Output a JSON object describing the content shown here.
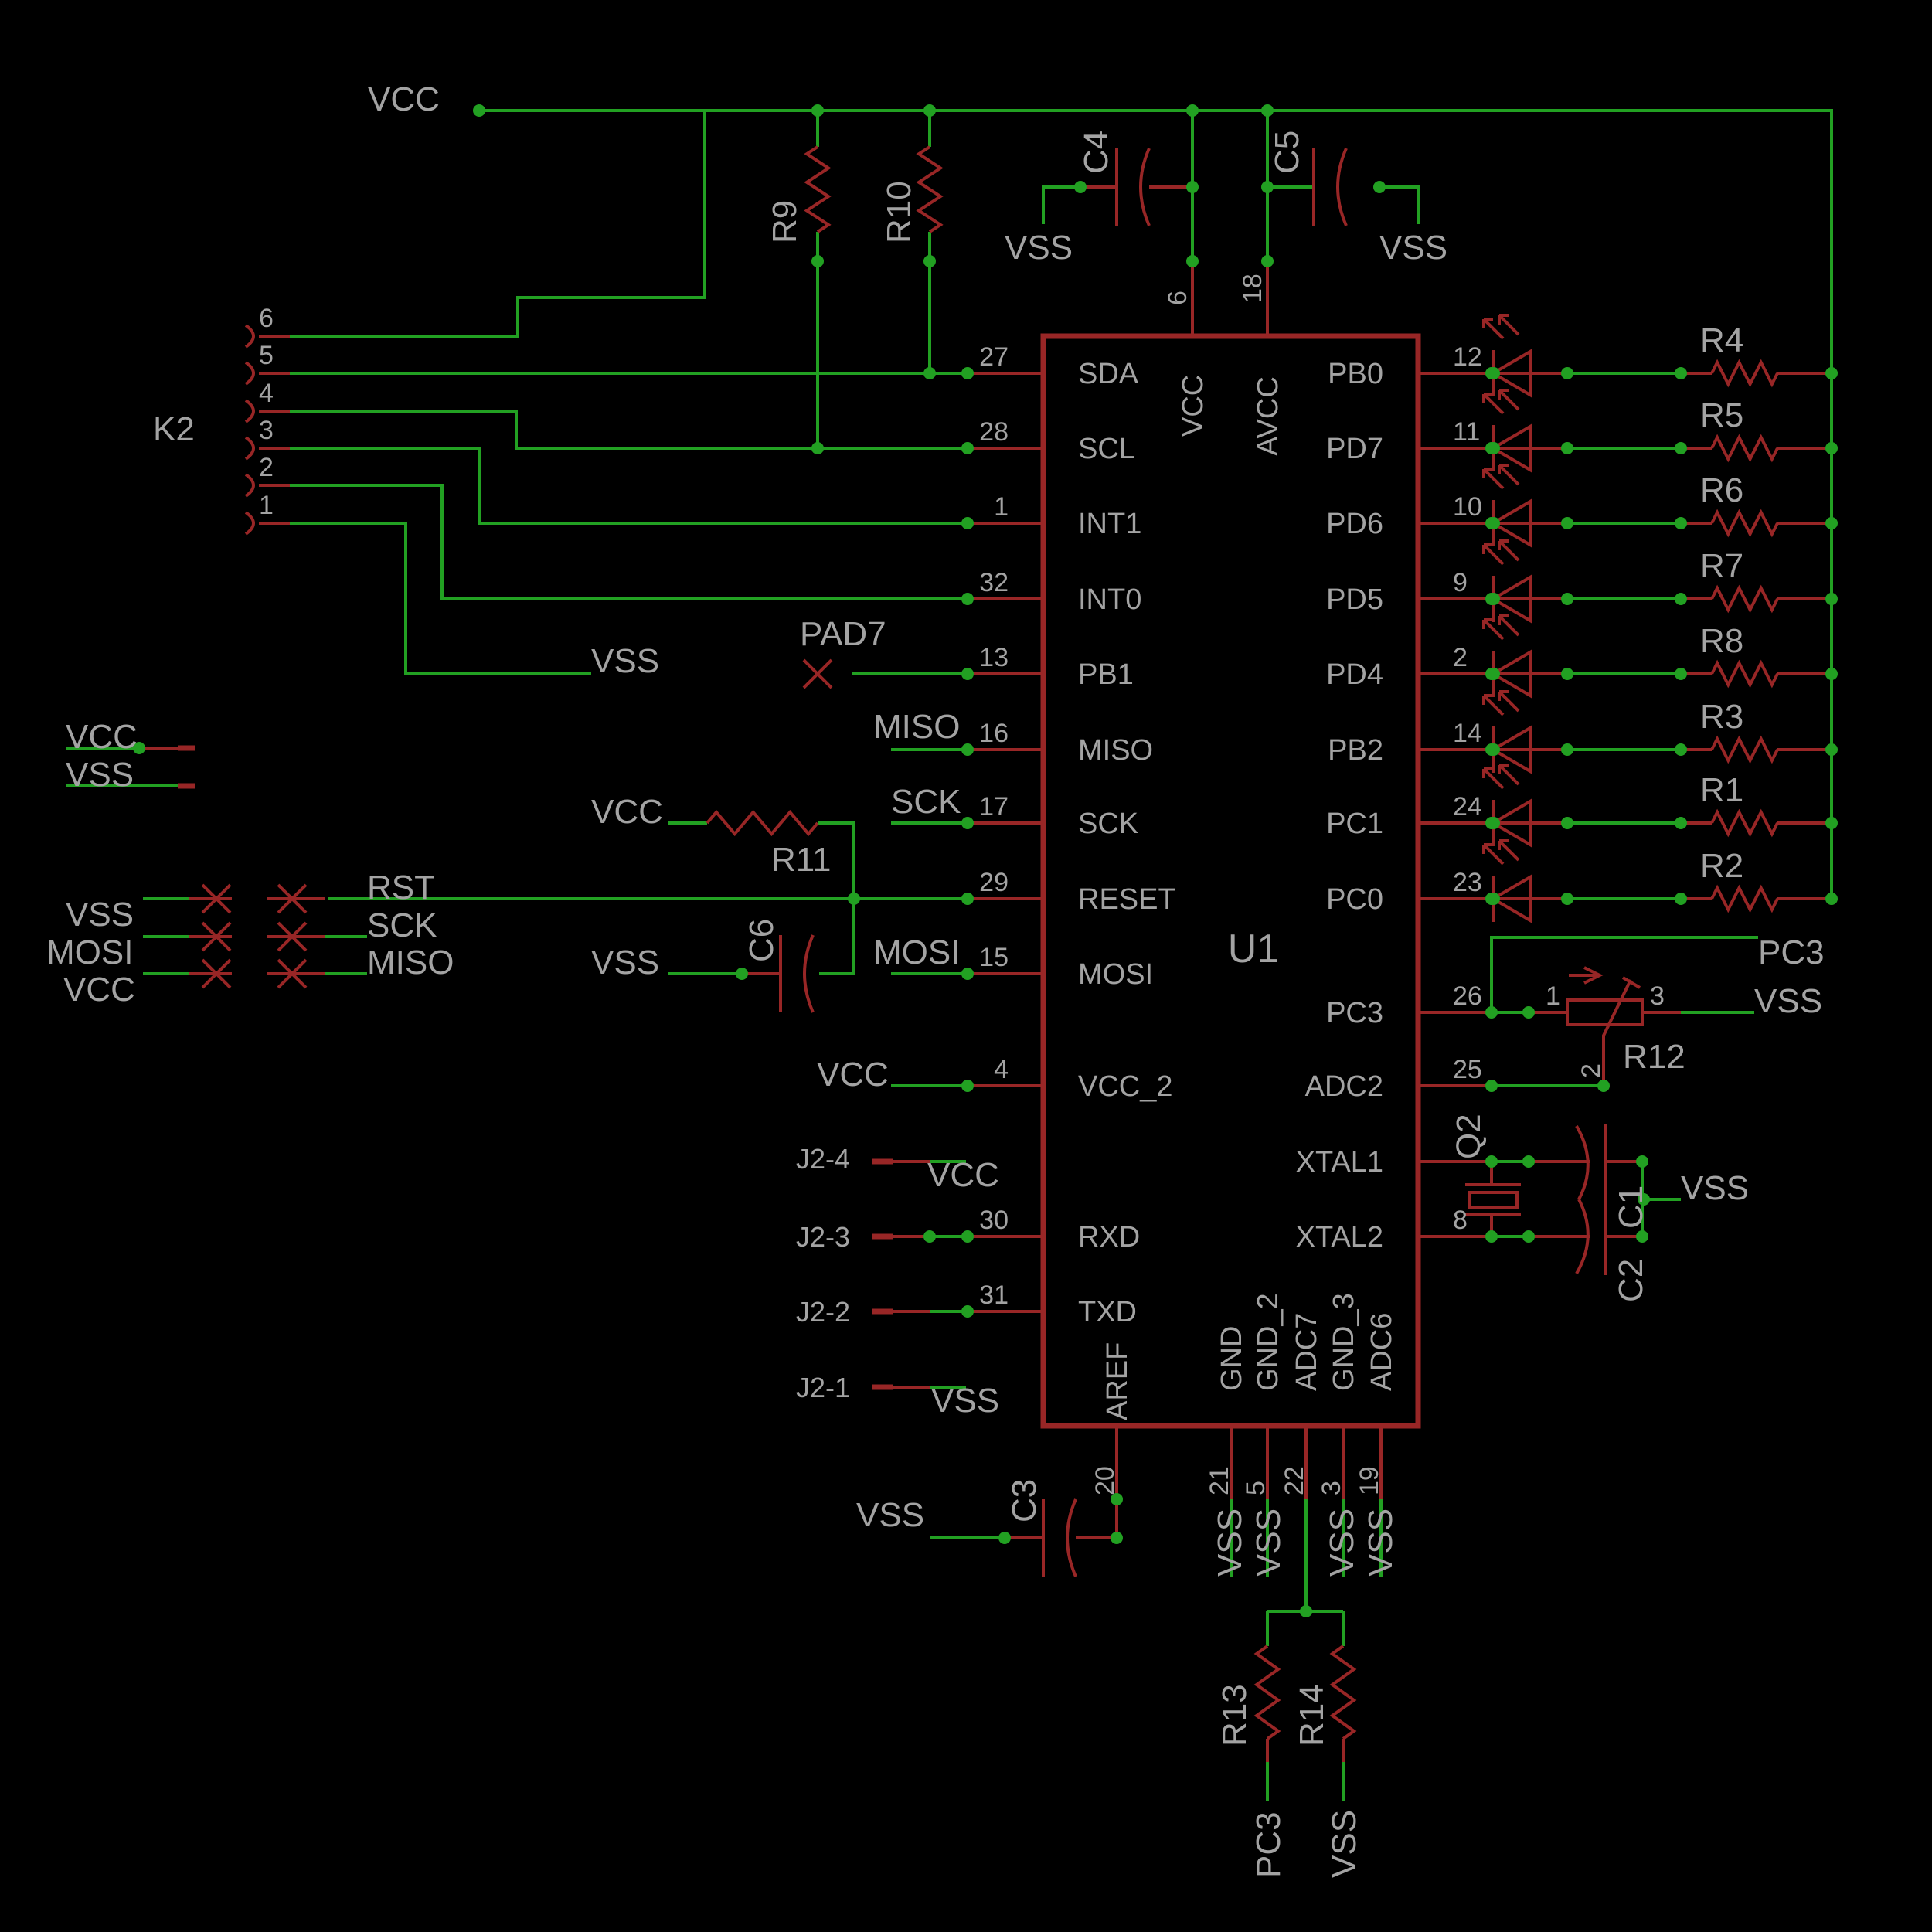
{
  "colors": {
    "wire": "#22a022",
    "symbol": "#982626",
    "text": "#a3a3a3",
    "background": "#000000"
  },
  "nets": {
    "vcc_top": "VCC",
    "vss_c4": "VSS",
    "vss_c5": "VSS",
    "vss_k2": "VSS",
    "vcc_left": "VCC",
    "vss_left": "VSS",
    "vcc_r11": "VCC",
    "sck": "SCK",
    "miso": "MISO",
    "rst_isp": "RST",
    "sck_isp": "SCK",
    "miso_isp": "MISO",
    "vss_isp": "VSS",
    "mosi_isp": "MOSI",
    "vcc_isp": "VCC",
    "vss_c6": "VSS",
    "mosi": "MOSI",
    "vcc_2": "VCC",
    "vcc_j2": "VCC",
    "vss_j2": "VSS",
    "vss_c3": "VSS",
    "pc3_r": "PC3",
    "vss_r12": "VSS",
    "vss_c1": "VSS",
    "vss_b1": "VSS",
    "vss_b2": "VSS",
    "vss_b3": "VSS",
    "vss_b4": "VSS",
    "pc3_b": "PC3",
    "vss_b": "VSS"
  },
  "parts": {
    "c4": "C4",
    "c5": "C5",
    "r9": "R9",
    "r10": "R10",
    "k2": "K2",
    "r11": "R11",
    "c6": "C6",
    "u1": "U1",
    "pad7": "PAD7",
    "r4": "R4",
    "r5": "R5",
    "r6": "R6",
    "r7": "R7",
    "r8": "R8",
    "r3": "R3",
    "r1": "R1",
    "r2": "R2",
    "r12": "R12",
    "q2": "Q2",
    "c1": "C1",
    "c2": "C2",
    "c3": "C3",
    "r13": "R13",
    "r14": "R14",
    "j2_4": "J2-4",
    "j2_3": "J2-3",
    "j2_2": "J2-2",
    "j2_1": "J2-1"
  },
  "u1_pins_left": [
    {
      "name": "SDA",
      "num": "27"
    },
    {
      "name": "SCL",
      "num": "28"
    },
    {
      "name": "INT1",
      "num": "1"
    },
    {
      "name": "INT0",
      "num": "32"
    },
    {
      "name": "PB1",
      "num": "13"
    },
    {
      "name": "MISO",
      "num": "16"
    },
    {
      "name": "SCK",
      "num": "17"
    },
    {
      "name": "RESET",
      "num": "29"
    },
    {
      "name": "MOSI",
      "num": "15"
    },
    {
      "name": "VCC_2",
      "num": "4"
    },
    {
      "name": "RXD",
      "num": "30"
    },
    {
      "name": "TXD",
      "num": "31"
    }
  ],
  "u1_pins_right": [
    {
      "name": "PB0",
      "num": "12"
    },
    {
      "name": "PD7",
      "num": "11"
    },
    {
      "name": "PD6",
      "num": "10"
    },
    {
      "name": "PD5",
      "num": "9"
    },
    {
      "name": "PD4",
      "num": "2"
    },
    {
      "name": "PB2",
      "num": "14"
    },
    {
      "name": "PC1",
      "num": "24"
    },
    {
      "name": "PC0",
      "num": "23"
    },
    {
      "name": "PC3",
      "num": "26"
    },
    {
      "name": "ADC2",
      "num": "25"
    },
    {
      "name": "XTAL1",
      "num": ""
    },
    {
      "name": "XTAL2",
      "num": "8"
    }
  ],
  "u1_pins_top": [
    {
      "name": "VCC",
      "num": "6"
    },
    {
      "name": "AVCC",
      "num": "18"
    }
  ],
  "u1_pins_bottom": [
    {
      "name": "AREF",
      "num": "20"
    },
    {
      "name": "GND",
      "num": "21"
    },
    {
      "name": "GND_2",
      "num": "5"
    },
    {
      "name": "ADC7",
      "num": "22"
    },
    {
      "name": "GND_3",
      "num": "3"
    },
    {
      "name": "ADC6",
      "num": "19"
    }
  ],
  "k2_pins": [
    "6",
    "5",
    "4",
    "3",
    "2",
    "1"
  ],
  "r12_pins": [
    "1",
    "3",
    "2"
  ]
}
